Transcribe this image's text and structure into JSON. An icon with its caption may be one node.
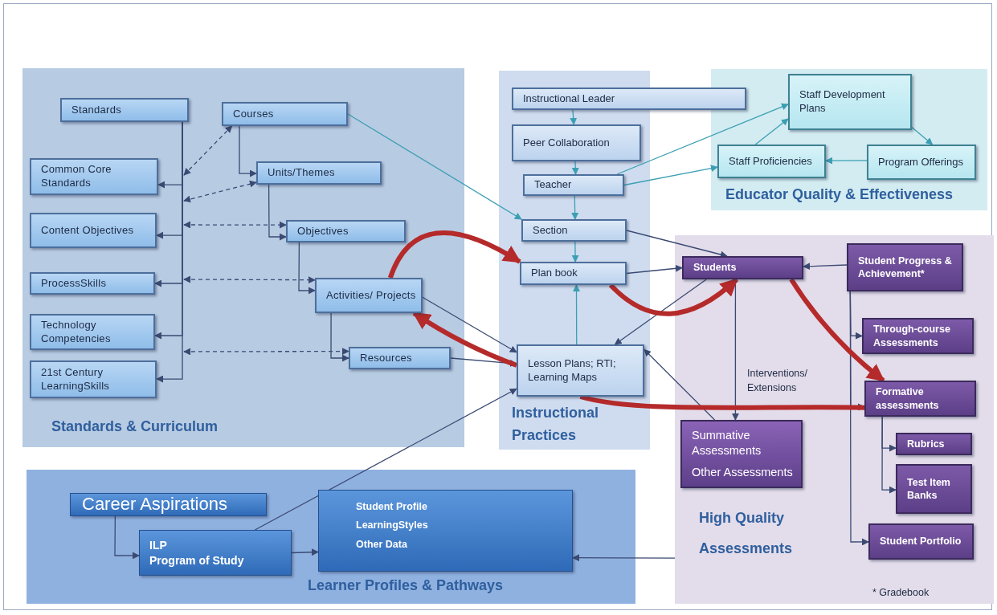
{
  "diagram": {
    "nodes": [
      {
        "text": [
          "Standards & Curriculum"
        ]
      },
      {
        "text": [
          "Standards"
        ],
        "in": 0
      },
      {
        "text": [
          "Courses"
        ],
        "in": 0
      },
      {
        "text": [
          "Common Core Standards"
        ],
        "in": 0
      },
      {
        "text": [
          "Units/Themes"
        ],
        "in": 0
      },
      {
        "text": [
          "Content Objectives"
        ],
        "in": 0
      },
      {
        "text": [
          "Objectives"
        ],
        "in": 0
      },
      {
        "text": [
          "ProcessSkills"
        ],
        "in": 0
      },
      {
        "text": [
          "Activities/ Projects"
        ],
        "in": 0
      },
      {
        "text": [
          "Technology Competencies"
        ],
        "in": 0
      },
      {
        "text": [
          "Resources"
        ],
        "in": 0
      },
      {
        "text": [
          "21st Century LearningSkills"
        ],
        "in": 0
      },
      {
        "text": [
          "Instructional Practices"
        ]
      },
      {
        "text": [
          "Instructional Leader"
        ]
      },
      {
        "text": [
          "Peer Collaboration"
        ],
        "in": 12
      },
      {
        "text": [
          "Teacher"
        ],
        "in": 12
      },
      {
        "text": [
          "Section"
        ],
        "in": 12
      },
      {
        "text": [
          "Plan book"
        ],
        "in": 12
      },
      {
        "text": [
          "Lesson Plans; RTI; Learning Maps"
        ],
        "in": 12
      },
      {
        "text": [
          "Educator Quality & Effectiveness"
        ]
      },
      {
        "text": [
          "Staff Development Plans"
        ],
        "in": 19
      },
      {
        "text": [
          "Staff Proficiencies"
        ],
        "in": 19
      },
      {
        "text": [
          "Program Offerings"
        ],
        "in": 19
      },
      {
        "text": [
          "High Quality Assessments"
        ]
      },
      {
        "text": [
          "Students"
        ],
        "in": 23
      },
      {
        "text": [
          "Student Progress & Achievement*"
        ],
        "in": 23
      },
      {
        "text": [
          "Through-course Assessments"
        ],
        "in": 23
      },
      {
        "text": [
          "Formative assessments"
        ],
        "in": 23
      },
      {
        "text": [
          "Summative Assessments",
          "Other Assessments"
        ],
        "in": 23
      },
      {
        "text": [
          "Rubrics"
        ],
        "in": 23
      },
      {
        "text": [
          "Test Item Banks"
        ],
        "in": 23
      },
      {
        "text": [
          "Student Portfolio"
        ],
        "in": 23
      },
      {
        "text": [
          "Learner Profiles & Pathways"
        ]
      },
      {
        "text": [
          "Career Aspirations"
        ],
        "in": 32
      },
      {
        "text": [
          "ILP",
          "Program of Study"
        ],
        "in": 32
      },
      {
        "text": [
          "Student Profile",
          "LearningStyles",
          "Other Data"
        ],
        "in": 32
      }
    ],
    "edges": [
      {
        "from": 1,
        "to": 3,
        "arrow": "to"
      },
      {
        "from": 1,
        "to": 5,
        "arrow": "to"
      },
      {
        "from": 1,
        "to": 7,
        "arrow": "to"
      },
      {
        "from": 1,
        "to": 9,
        "arrow": "to"
      },
      {
        "from": 1,
        "to": 11,
        "arrow": "to"
      },
      {
        "from": 2,
        "to": 4,
        "arrow": "to"
      },
      {
        "from": 4,
        "to": 6,
        "arrow": "to"
      },
      {
        "from": 6,
        "to": 8,
        "arrow": "to"
      },
      {
        "from": 8,
        "to": 10,
        "arrow": "to"
      },
      {
        "from": null,
        "to": 2,
        "arrow": "both",
        "style": "dashed"
      },
      {
        "from": null,
        "to": 4,
        "arrow": "both",
        "style": "dashed"
      },
      {
        "from": null,
        "to": 6,
        "arrow": "both",
        "style": "dashed"
      },
      {
        "from": null,
        "to": 8,
        "arrow": "both",
        "style": "dashed"
      },
      {
        "from": null,
        "to": 10,
        "arrow": "both",
        "style": "dashed"
      },
      {
        "from": 2,
        "to": 16,
        "arrow": "to",
        "color": "#3b9fb3"
      },
      {
        "from": 13,
        "to": 14,
        "arrow": "to",
        "color": "#3b9fb3"
      },
      {
        "from": 14,
        "to": 15,
        "arrow": "to",
        "color": "#3b9fb3"
      },
      {
        "from": 15,
        "to": 16,
        "arrow": "to",
        "color": "#3b9fb3"
      },
      {
        "from": 16,
        "to": 17,
        "arrow": "to",
        "color": "#3b9fb3"
      },
      {
        "from": 18,
        "to": 17,
        "arrow": "to",
        "color": "#3b9fb3"
      },
      {
        "from": 15,
        "to": 20,
        "arrow": "to",
        "color": "#3b9fb3"
      },
      {
        "from": 15,
        "to": 21,
        "arrow": "to",
        "color": "#3b9fb3"
      },
      {
        "from": 21,
        "to": 20,
        "arrow": "to",
        "color": "#3b9fb3"
      },
      {
        "from": 20,
        "to": 22,
        "arrow": "to",
        "color": "#3b9fb3"
      },
      {
        "from": 22,
        "to": 21,
        "arrow": "to",
        "color": "#3b9fb3"
      },
      {
        "from": 8,
        "to": 18,
        "arrow": "to"
      },
      {
        "from": 10,
        "to": 18,
        "arrow": "to"
      },
      {
        "from": 34,
        "to": 18,
        "arrow": "to"
      },
      {
        "from": 16,
        "to": 24,
        "arrow": "to"
      },
      {
        "from": 17,
        "to": 24,
        "arrow": "to"
      },
      {
        "from": 24,
        "to": 18,
        "arrow": "to"
      },
      {
        "from": 28,
        "to": 18,
        "arrow": "to"
      },
      {
        "from": 24,
        "to": 28,
        "arrow": "to",
        "label": "Interventions/ Extensions"
      },
      {
        "from": 25,
        "to": 24,
        "arrow": "to"
      },
      {
        "from": 25,
        "to": 26,
        "arrow": "to"
      },
      {
        "from": 25,
        "to": 27,
        "arrow": "to"
      },
      {
        "from": 25,
        "to": 31,
        "arrow": "to"
      },
      {
        "from": 27,
        "to": 29,
        "arrow": "to"
      },
      {
        "from": 27,
        "to": 30,
        "arrow": "to"
      },
      {
        "from": 23,
        "to": 35,
        "arrow": "to"
      },
      {
        "from": 33,
        "to": 34,
        "arrow": "to"
      },
      {
        "from": 34,
        "to": 35,
        "arrow": "to"
      },
      {
        "from": 8,
        "to": 17,
        "arrow": "to",
        "style": "thick",
        "color": "#b52a2a"
      },
      {
        "from": 17,
        "to": 24,
        "arrow": "to",
        "style": "thick",
        "color": "#b52a2a"
      },
      {
        "from": 24,
        "to": 27,
        "arrow": "to",
        "style": "thick",
        "color": "#b52a2a"
      },
      {
        "from": 27,
        "to": 18,
        "arrow": "none",
        "style": "thick",
        "color": "#b52a2a"
      },
      {
        "from": 18,
        "to": 8,
        "arrow": "to",
        "style": "thick",
        "color": "#b52a2a"
      }
    ],
    "labels": [
      "* Gradebook"
    ]
  }
}
